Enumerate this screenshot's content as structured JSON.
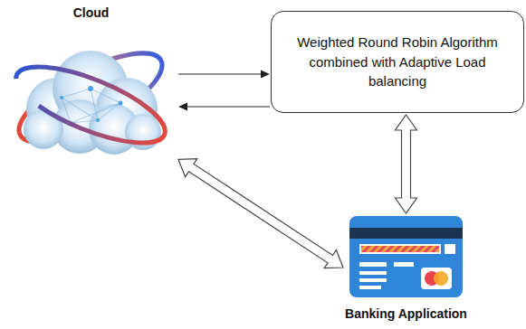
{
  "diagram": {
    "nodes": [
      {
        "text": [
          "Cloud"
        ]
      },
      {
        "text": [
          "Weighted Round Robin Algorithm combined with Adaptive Load balancing"
        ]
      },
      {
        "text": [
          "Banking Application"
        ]
      }
    ],
    "edges": [
      {
        "from": 0,
        "to": 1,
        "arrow": "to"
      },
      {
        "from": 1,
        "to": 0,
        "arrow": "to"
      },
      {
        "from": 1,
        "to": 2,
        "arrow": "both"
      },
      {
        "from": 0,
        "to": 2,
        "arrow": "both"
      }
    ]
  }
}
